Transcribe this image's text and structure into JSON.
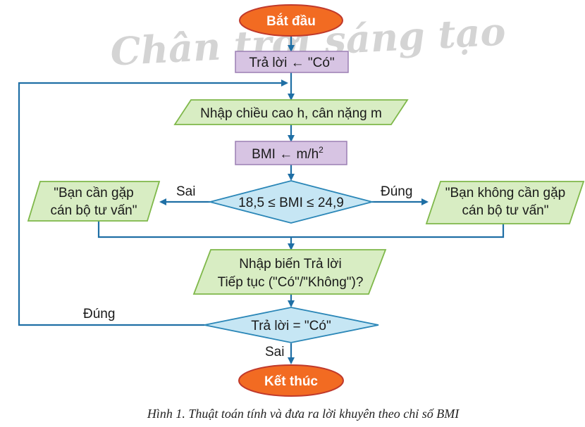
{
  "watermark": "Chân trời sáng tạo",
  "nodes": {
    "start": "Bắt đầu",
    "init": "Trả lời ← \"Có\"",
    "input_hm": "Nhập chiều cao h, cân nặng m",
    "bmi_label": "BMI ← m/h",
    "bmi_sup": "2",
    "cond_bmi": "18,5 ≤ BMI ≤ 24,9",
    "out_no_line1": "\"Bạn cần gặp",
    "out_no_line2": "cán bộ tư vấn\"",
    "out_yes_line1": "\"Bạn không cần gặp",
    "out_yes_line2": "cán bộ tư vấn\"",
    "input_answer_line1": "Nhập biến Trả lời",
    "input_answer_line2": "Tiếp tục (\"Có\"/\"Không\")?",
    "cond_answer": "Trả lời = \"Có\"",
    "end": "Kết thúc"
  },
  "edge_labels": {
    "bmi_false": "Sai",
    "bmi_true": "Đúng",
    "answer_true": "Đúng",
    "answer_false": "Sai"
  },
  "caption": "Hình 1. Thuật toán tính và đưa ra lời khuyên theo chỉ số BMI",
  "colors": {
    "terminal_fill": "#f26b22",
    "terminal_stroke": "#c0392b",
    "process_fill": "#d7c4e3",
    "process_stroke": "#9b7fb3",
    "io_fill": "#d8edc3",
    "io_stroke": "#7fb84a",
    "decision_fill": "#c6e6f4",
    "decision_stroke": "#2a86b7",
    "line": "#1f6fa5"
  }
}
